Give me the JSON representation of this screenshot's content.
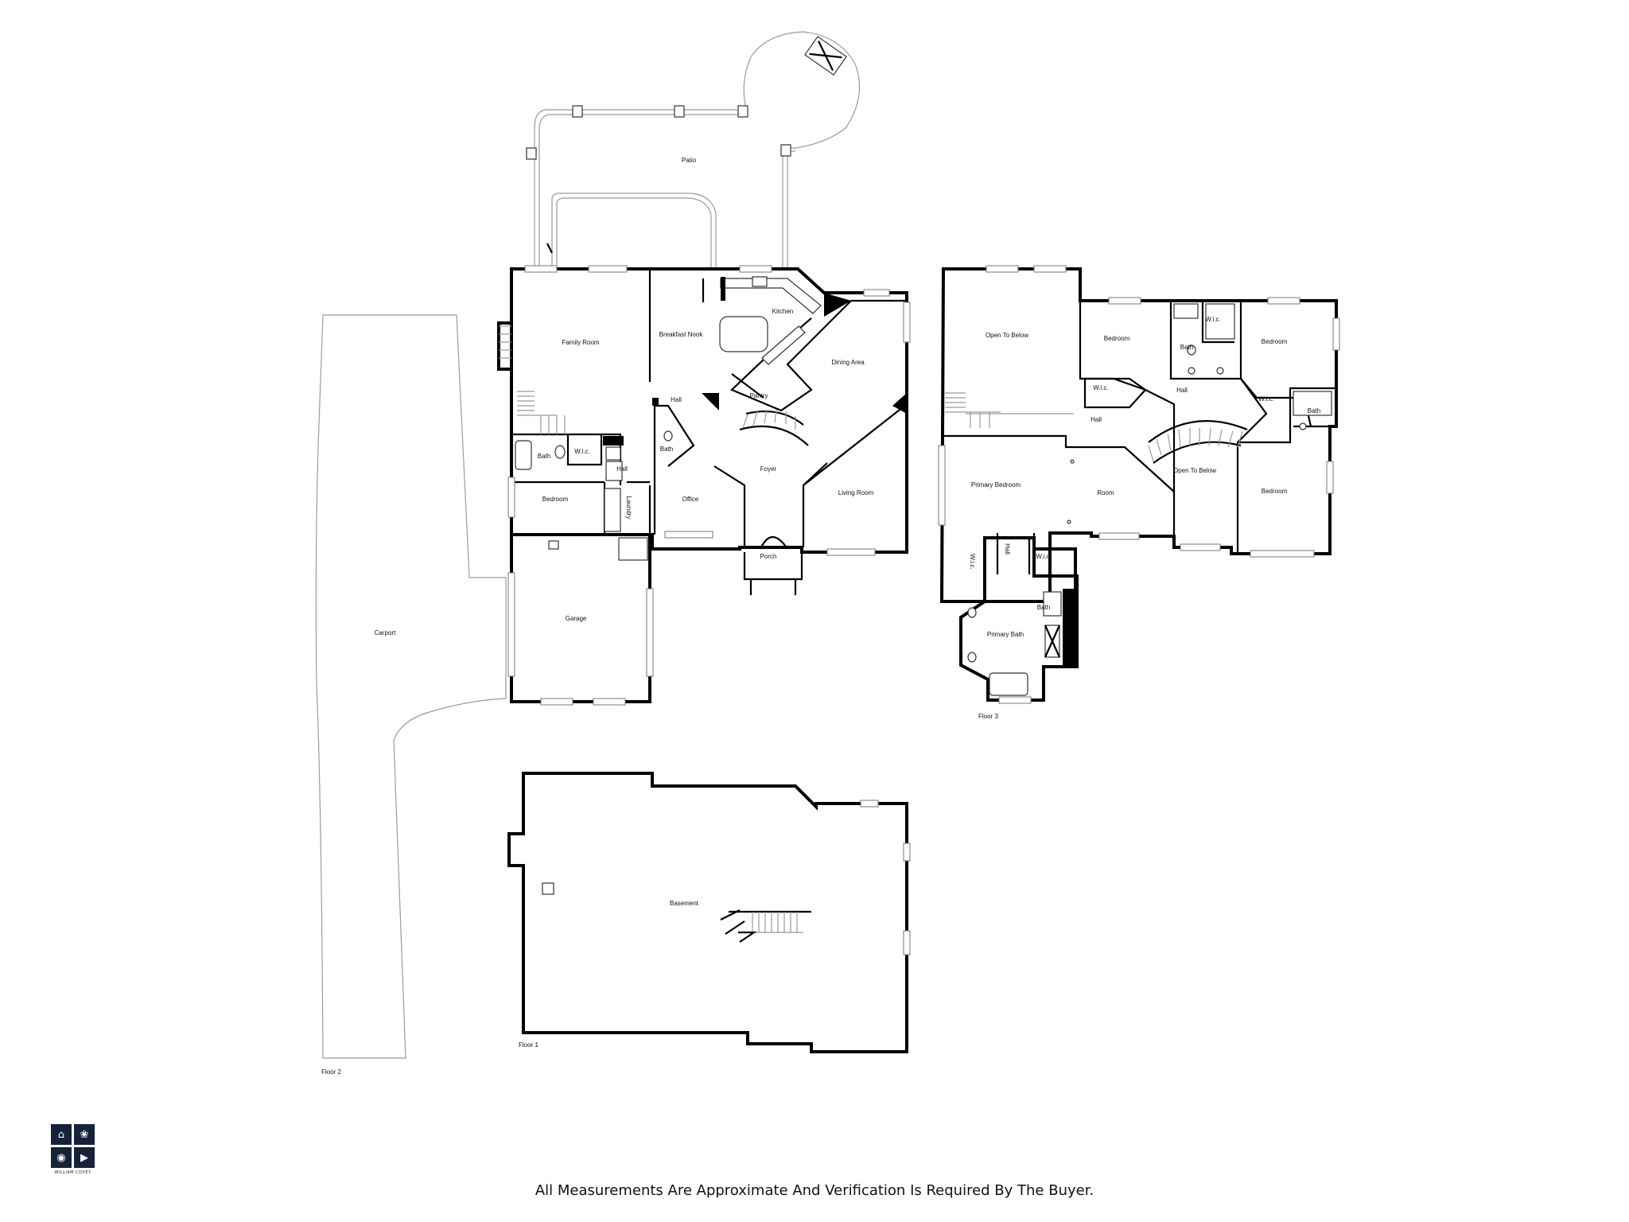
{
  "rooms": {
    "patio": "Patio",
    "family_room": "Family Room",
    "breakfast_nook": "Breakfast Nook",
    "kitchen": "Kitchen",
    "dining_area": "Dining Area",
    "pantry": "Pantry",
    "hall_main": "Hall",
    "bath_main": "Bath",
    "wic_main": "W.i.c.",
    "hall_small": "Hall",
    "bath_half": "Bath",
    "bedroom_main": "Bedroom",
    "laundry": "Laundry",
    "office": "Office",
    "foyer": "Foyer",
    "living_room": "Living Room",
    "porch": "Porch",
    "garage": "Garage",
    "carport": "Carport",
    "basement": "Basement",
    "open_below_1": "Open To Below",
    "bedroom_up_1": "Bedroom",
    "bath_up_1": "Bath",
    "wic_up_1": "W.i.c.",
    "bedroom_up_2": "Bedroom",
    "wic_up_2": "W.i.c.",
    "hall_up_1": "Hall",
    "hall_up_2": "Hall",
    "wic_up_3": "W.i.c.",
    "bath_up_2": "Bath",
    "primary_bedroom": "Primary Bedroom",
    "room": "Room",
    "open_below_2": "Open To Below",
    "bedroom_up_3": "Bedroom",
    "wic_primary_1": "W.i.c.",
    "hall_primary": "Hall",
    "wic_primary_2": "W.i.c.",
    "bath_primary_wc": "Bath",
    "primary_bath": "Primary Bath"
  },
  "floors": {
    "floor_1": "Floor 1",
    "floor_2": "Floor 2",
    "floor_3": "Floor 3"
  },
  "disclaimer": "All Measurements Are Approximate And Verification Is Required By The Buyer.",
  "logo": {
    "name": "WILLIAM COVEY",
    "icons": [
      "house-icon",
      "aperture-icon",
      "camera-icon",
      "play-icon"
    ]
  },
  "colors": {
    "wall": "#000000",
    "outline": "#9a9a9a",
    "logo": "#16213a"
  }
}
